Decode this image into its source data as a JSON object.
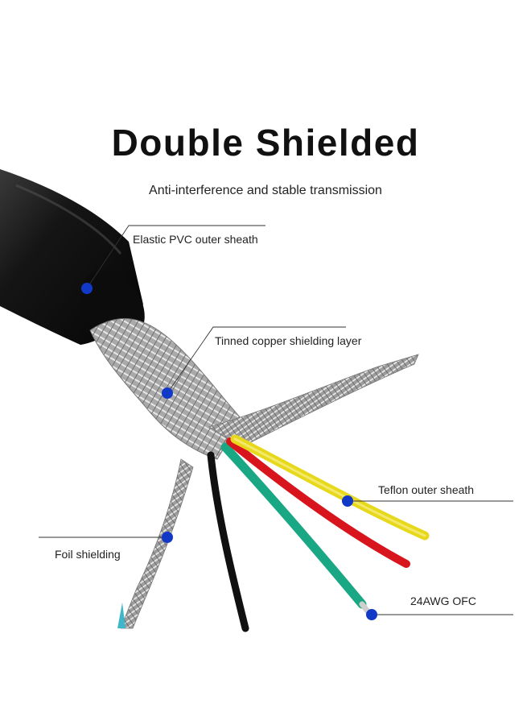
{
  "title": "Double Shielded",
  "subtitle": "Anti-interference and stable transmission",
  "callouts": {
    "pvc": "Elastic PVC outer sheath",
    "tinned": "Tinned copper shielding layer",
    "teflon": "Teflon outer sheath",
    "foil": "Foil shielding",
    "awg": "24AWG OFC"
  },
  "colors": {
    "marker": "#1238c8",
    "jacket": "#111111",
    "braid": "#b5b5b5",
    "wire_yellow": "#e8d81c",
    "wire_red": "#d8141c",
    "wire_green": "#1aa884",
    "wire_black": "#101010",
    "foil_accent": "#3fb6c9"
  }
}
